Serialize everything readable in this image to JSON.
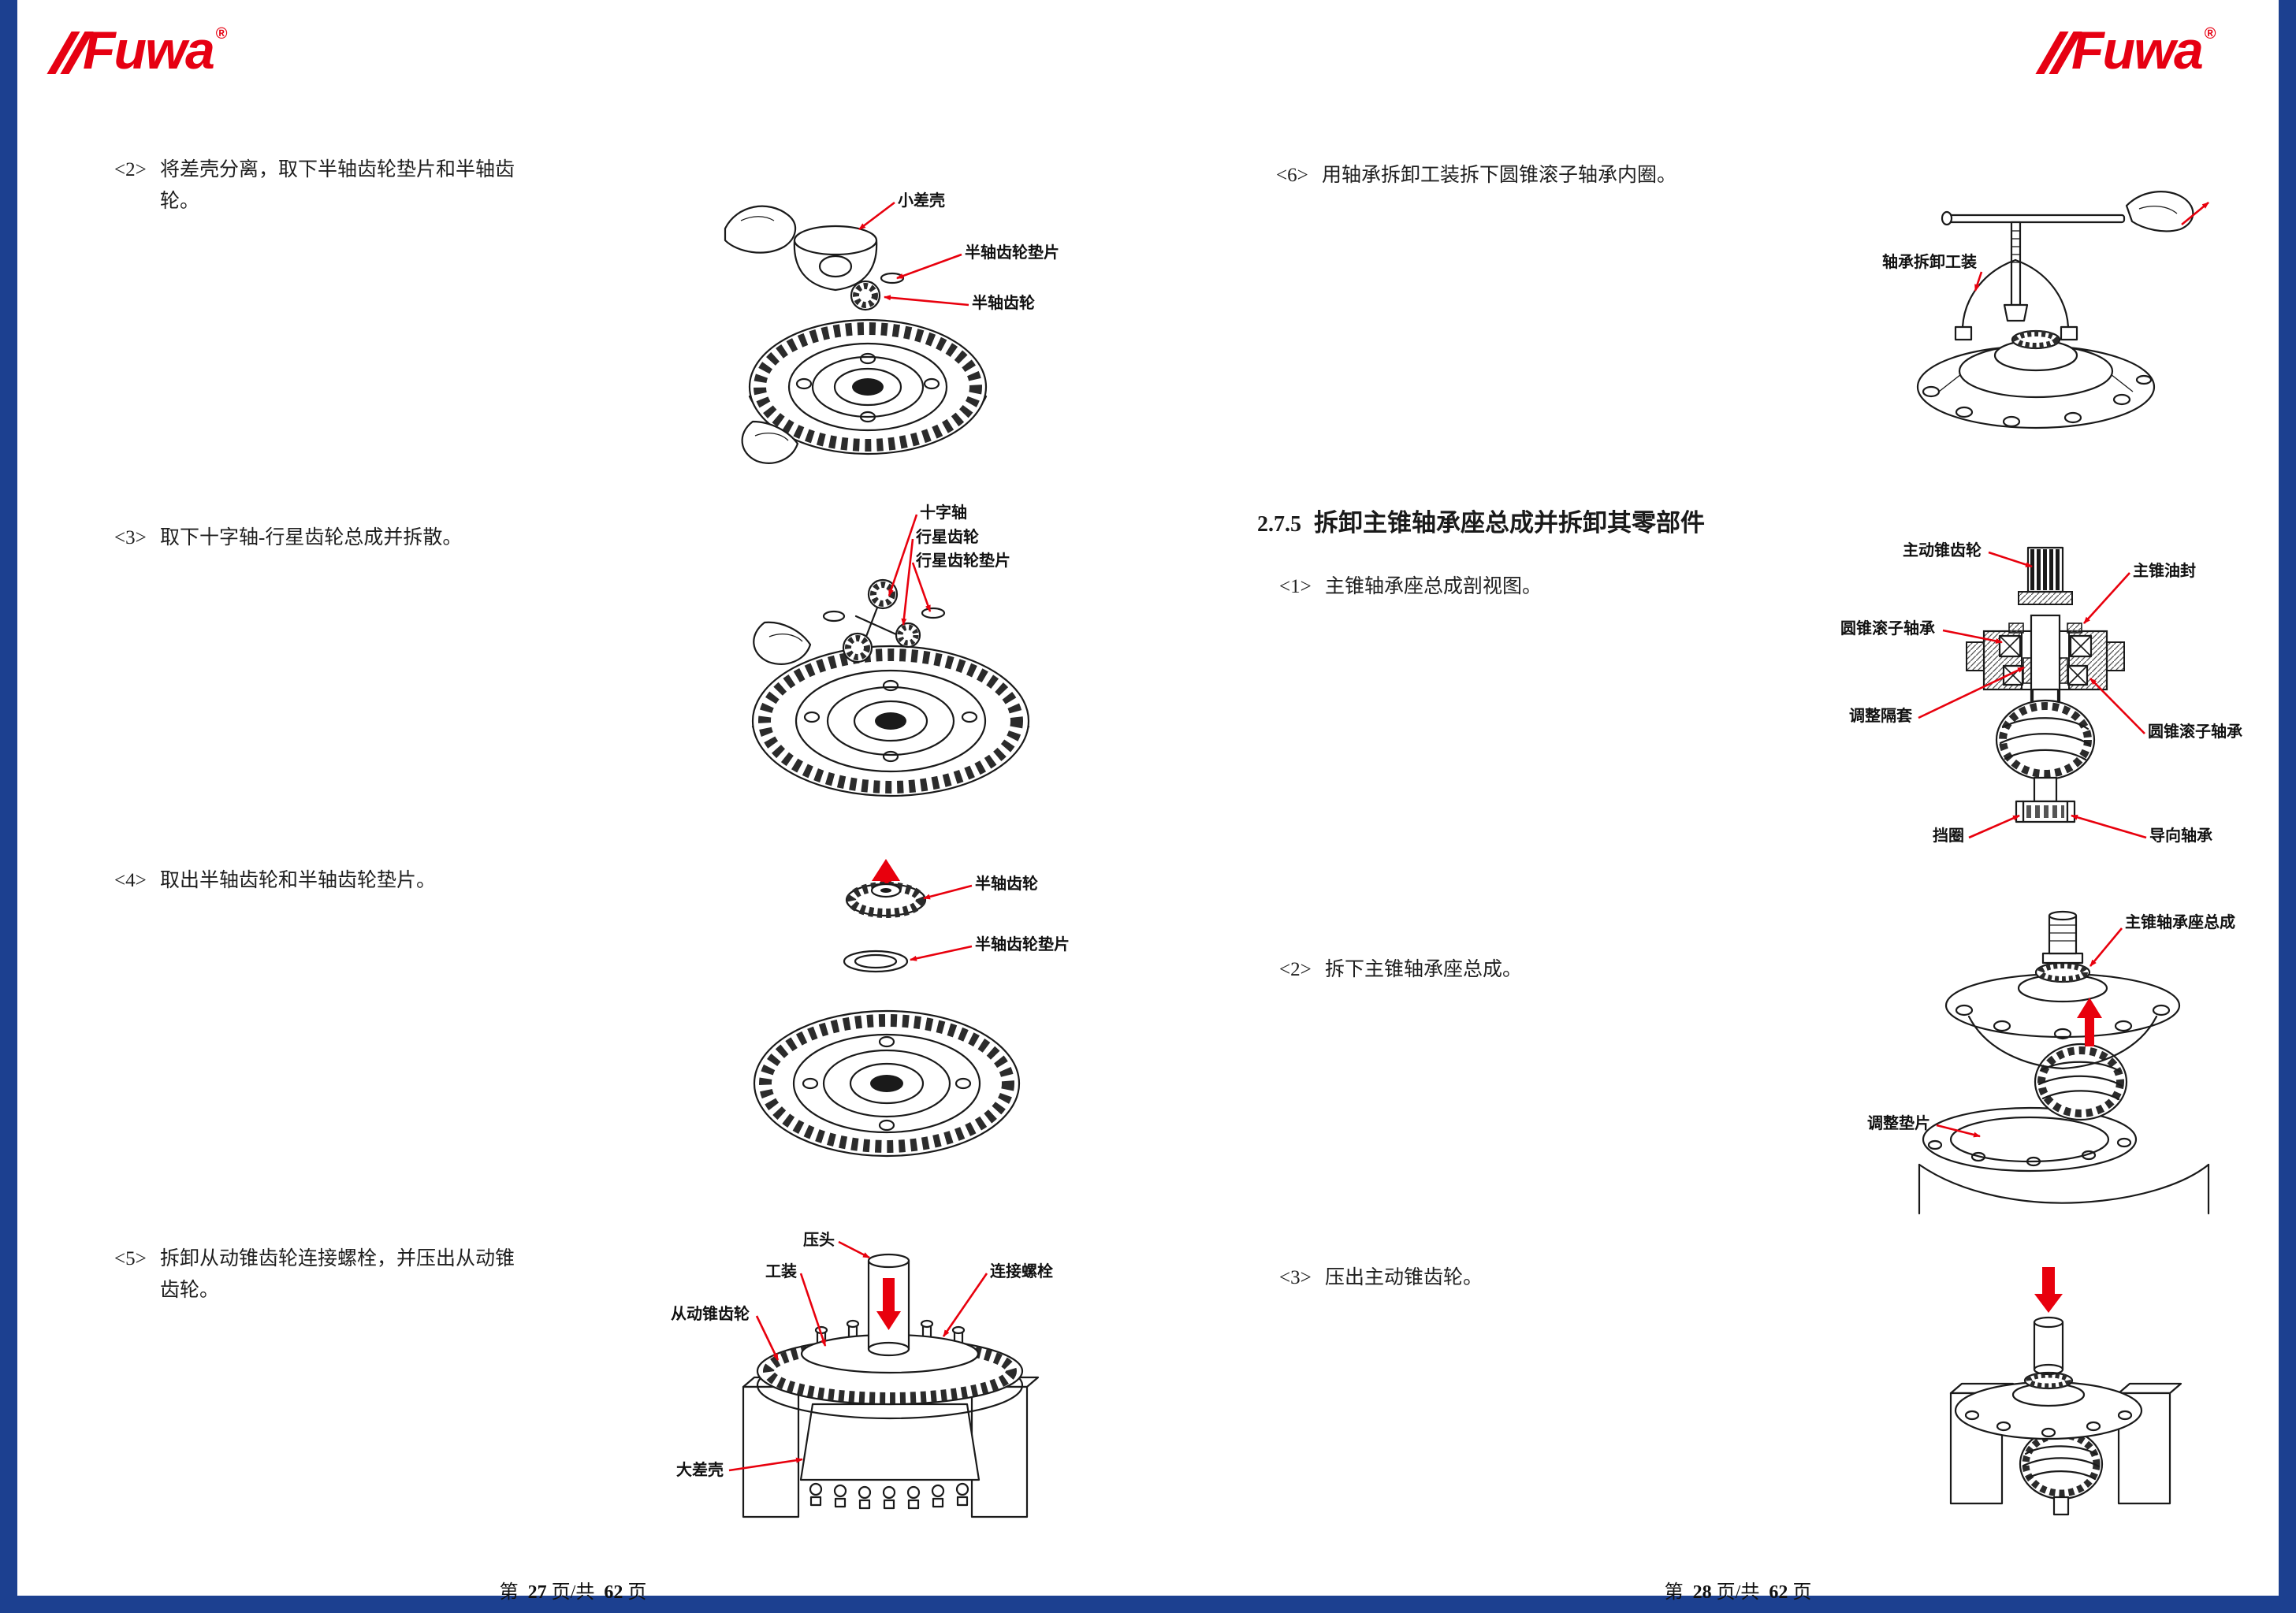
{
  "colors": {
    "border_blue": "#1c4090",
    "brand_red": "#e60012",
    "arrow_red": "#e8000d",
    "ink": "#1a1a1a"
  },
  "brand": {
    "name": "Fuwa",
    "reg": "®"
  },
  "left_page": {
    "steps": {
      "s2": {
        "num": "<2>",
        "text": "将差壳分离，取下半轴齿轮垫片和半轴齿轮。"
      },
      "s3": {
        "num": "<3>",
        "text": "取下十字轴-行星齿轮总成并拆散。"
      },
      "s4": {
        "num": "<4>",
        "text": "取出半轴齿轮和半轴齿轮垫片。"
      },
      "s5": {
        "num": "<5>",
        "text": "拆卸从动锥齿轮连接螺栓，并压出从动锥齿轮。"
      }
    },
    "figures": {
      "fig1": {
        "labels": [
          "小差壳",
          "半轴齿轮垫片",
          "半轴齿轮"
        ]
      },
      "fig2": {
        "labels": [
          "十字轴",
          "行星齿轮",
          "行星齿轮垫片"
        ]
      },
      "fig3": {
        "labels": [
          "半轴齿轮",
          "半轴齿轮垫片"
        ]
      },
      "fig4": {
        "labels": [
          "压头",
          "工装",
          "连接螺栓",
          "从动锥齿轮",
          "大差壳"
        ]
      }
    },
    "footer": {
      "pre": "第",
      "page": "27",
      "mid": "页/共",
      "total": "62",
      "post": "页"
    }
  },
  "right_page": {
    "section": {
      "number": "2.7.5",
      "title": "拆卸主锥轴承座总成并拆卸其零部件"
    },
    "steps": {
      "s6": {
        "num": "<6>",
        "text": "用轴承拆卸工装拆下圆锥滚子轴承内圈。"
      },
      "s1": {
        "num": "<1>",
        "text": "主锥轴承座总成剖视图。"
      },
      "s2": {
        "num": "<2>",
        "text": "拆下主锥轴承座总成。"
      },
      "s3": {
        "num": "<3>",
        "text": "压出主动锥齿轮。"
      }
    },
    "figures": {
      "fig5": {
        "labels": [
          "轴承拆卸工装"
        ]
      },
      "fig6": {
        "labels": [
          "主动锥齿轮",
          "主锥油封",
          "圆锥滚子轴承",
          "调整隔套",
          "圆锥滚子轴承",
          "挡圈",
          "导向轴承"
        ]
      },
      "fig7": {
        "labels": [
          "主锥轴承座总成",
          "调整垫片"
        ]
      },
      "fig8": {
        "labels": []
      }
    },
    "footer": {
      "pre": "第",
      "page": "28",
      "mid": "页/共",
      "total": "62",
      "post": "页"
    }
  }
}
